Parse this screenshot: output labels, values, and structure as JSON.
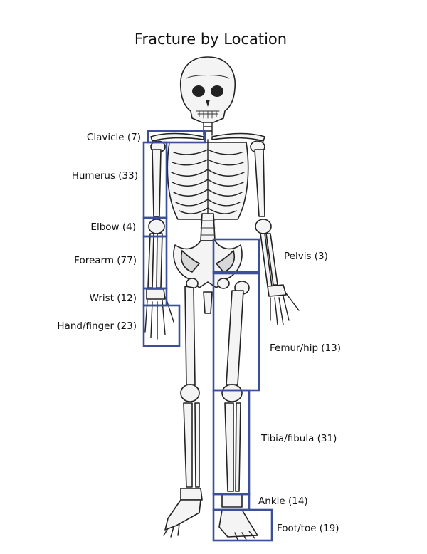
{
  "title": "Fracture by Location",
  "box_color": "#3b4f9a",
  "regions": [
    {
      "id": "clavicle",
      "label": "Clavicle (7)"
    },
    {
      "id": "humerus",
      "label": "Humerus (33)"
    },
    {
      "id": "elbow",
      "label": "Elbow (4)"
    },
    {
      "id": "forearm",
      "label": "Forearm (77)"
    },
    {
      "id": "wrist",
      "label": "Wrist (12)"
    },
    {
      "id": "hand-finger",
      "label": "Hand/finger (23)"
    },
    {
      "id": "pelvis",
      "label": "Pelvis (3)"
    },
    {
      "id": "femur-hip",
      "label": "Femur/hip (13)"
    },
    {
      "id": "tibia-fibula",
      "label": "Tibia/fibula (31)"
    },
    {
      "id": "ankle",
      "label": "Ankle (14)"
    },
    {
      "id": "foot-toe",
      "label": "Foot/toe (19)"
    }
  ]
}
